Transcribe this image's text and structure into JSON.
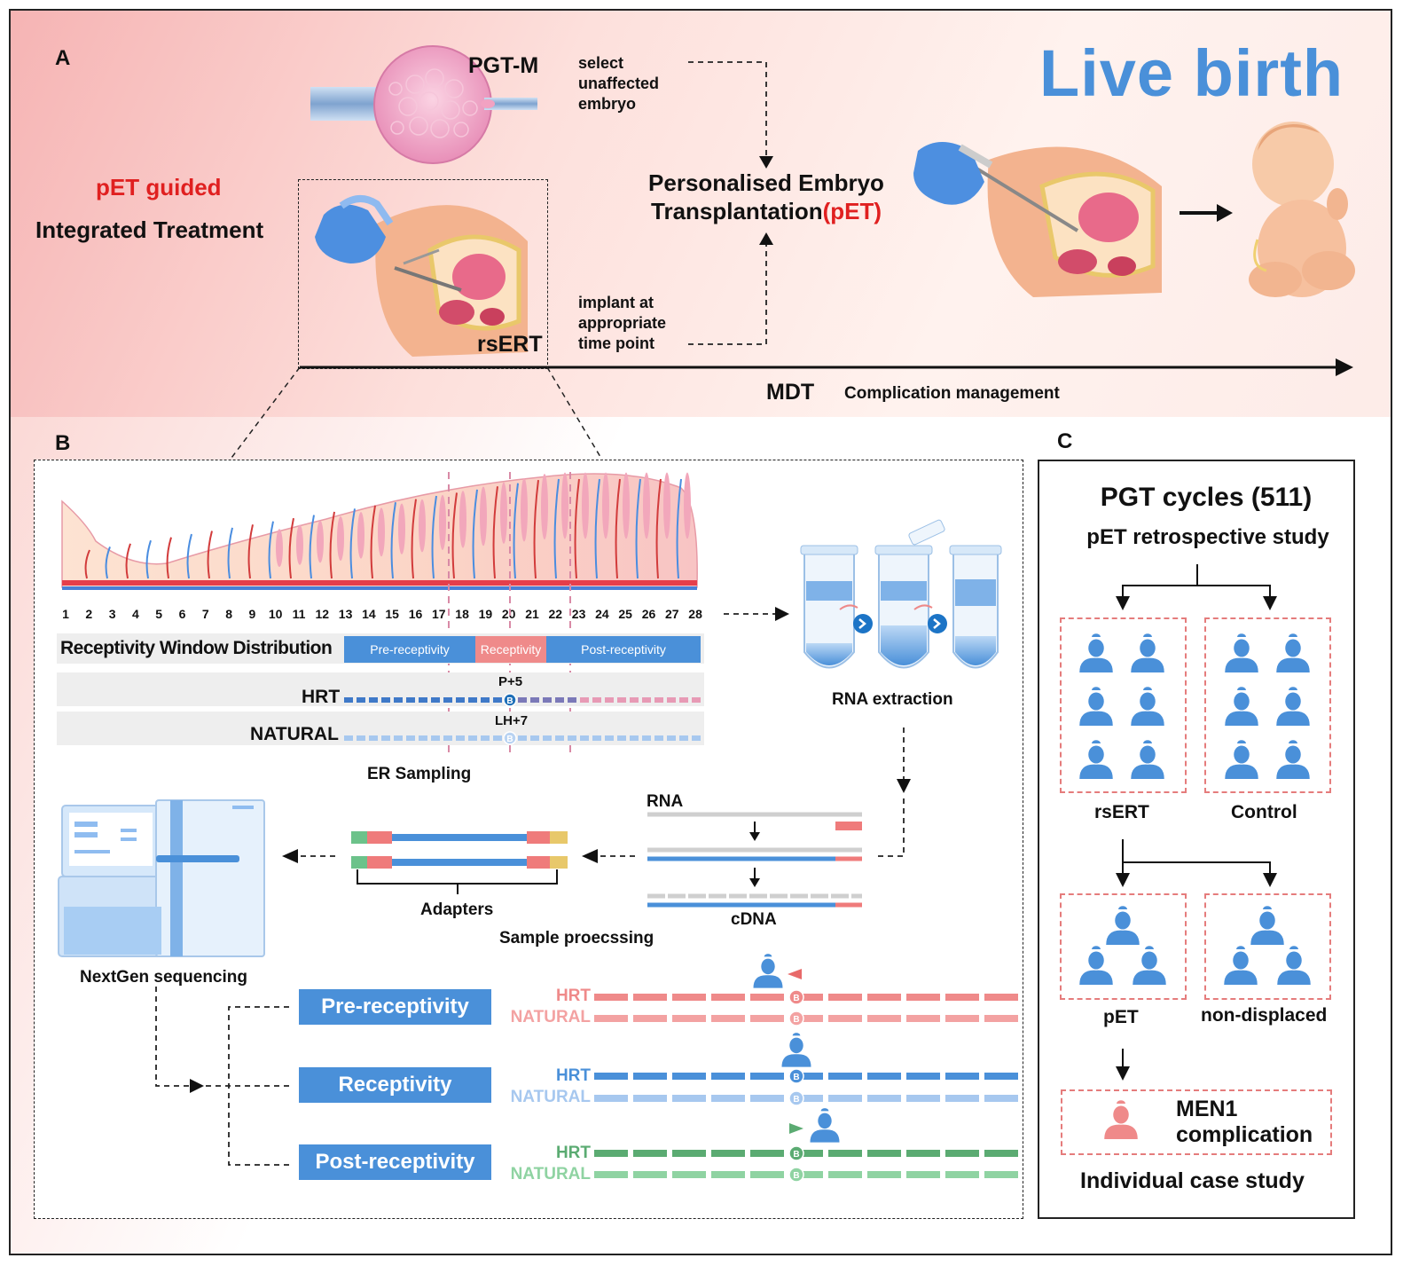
{
  "panelA": {
    "letter": "A",
    "pgtm": "PGT-M",
    "select_line1": "select",
    "select_line2": "unaffected",
    "select_line3": "embryo",
    "pet_guided": "pET guided",
    "integrated": "Integrated Treatment",
    "personalised_line1": "Personalised Embryo",
    "personalised_line2a": "Transplantation",
    "personalised_line2b": "(pET)",
    "implant_line1": "implant at",
    "implant_line2": "appropriate",
    "implant_line3": "time point",
    "rsert": "rsERT",
    "live_birth": "Live birth",
    "mdt": "MDT",
    "complication": "Complication management"
  },
  "panelB": {
    "letter": "B",
    "days": [
      "1",
      "2",
      "3",
      "4",
      "5",
      "6",
      "7",
      "8",
      "9",
      "10",
      "11",
      "12",
      "13",
      "14",
      "15",
      "16",
      "17",
      "18",
      "19",
      "20",
      "21",
      "22",
      "23",
      "24",
      "25",
      "26",
      "27",
      "28"
    ],
    "window_label": "Receptivity Window Distribution",
    "pre": "Pre-receptivity",
    "rec": "Receptivity",
    "post": "Post-receptivity",
    "hrt": "HRT",
    "natural": "NATURAL",
    "p5": "P+5",
    "lh7": "LH+7",
    "b_mark": "B",
    "er_sampling": "ER Sampling",
    "rna_extraction": "RNA extraction",
    "rna": "RNA",
    "cdna": "cDNA",
    "adapters": "Adapters",
    "sample_processing": "Sample proecssing",
    "nextgen": "NextGen sequencing",
    "result_pre": "Pre-receptivity",
    "result_rec": "Receptivity",
    "result_post": "Post-receptivity"
  },
  "panelC": {
    "letter": "C",
    "cycles": "PGT cycles (511)",
    "retro": "pET retrospective study",
    "rsert": "rsERT",
    "control": "Control",
    "pet": "pET",
    "nondisplaced": "non-displaced",
    "men1_line1": "MEN1",
    "men1_line2": "complication",
    "individual": "Individual case study"
  },
  "colors": {
    "blue": "#4a90d9",
    "red": "#e02020",
    "pink": "#ef8a8a",
    "green": "#5bab72",
    "lightblue": "#a7c8ef",
    "lightgreen": "#8fd3a2"
  }
}
